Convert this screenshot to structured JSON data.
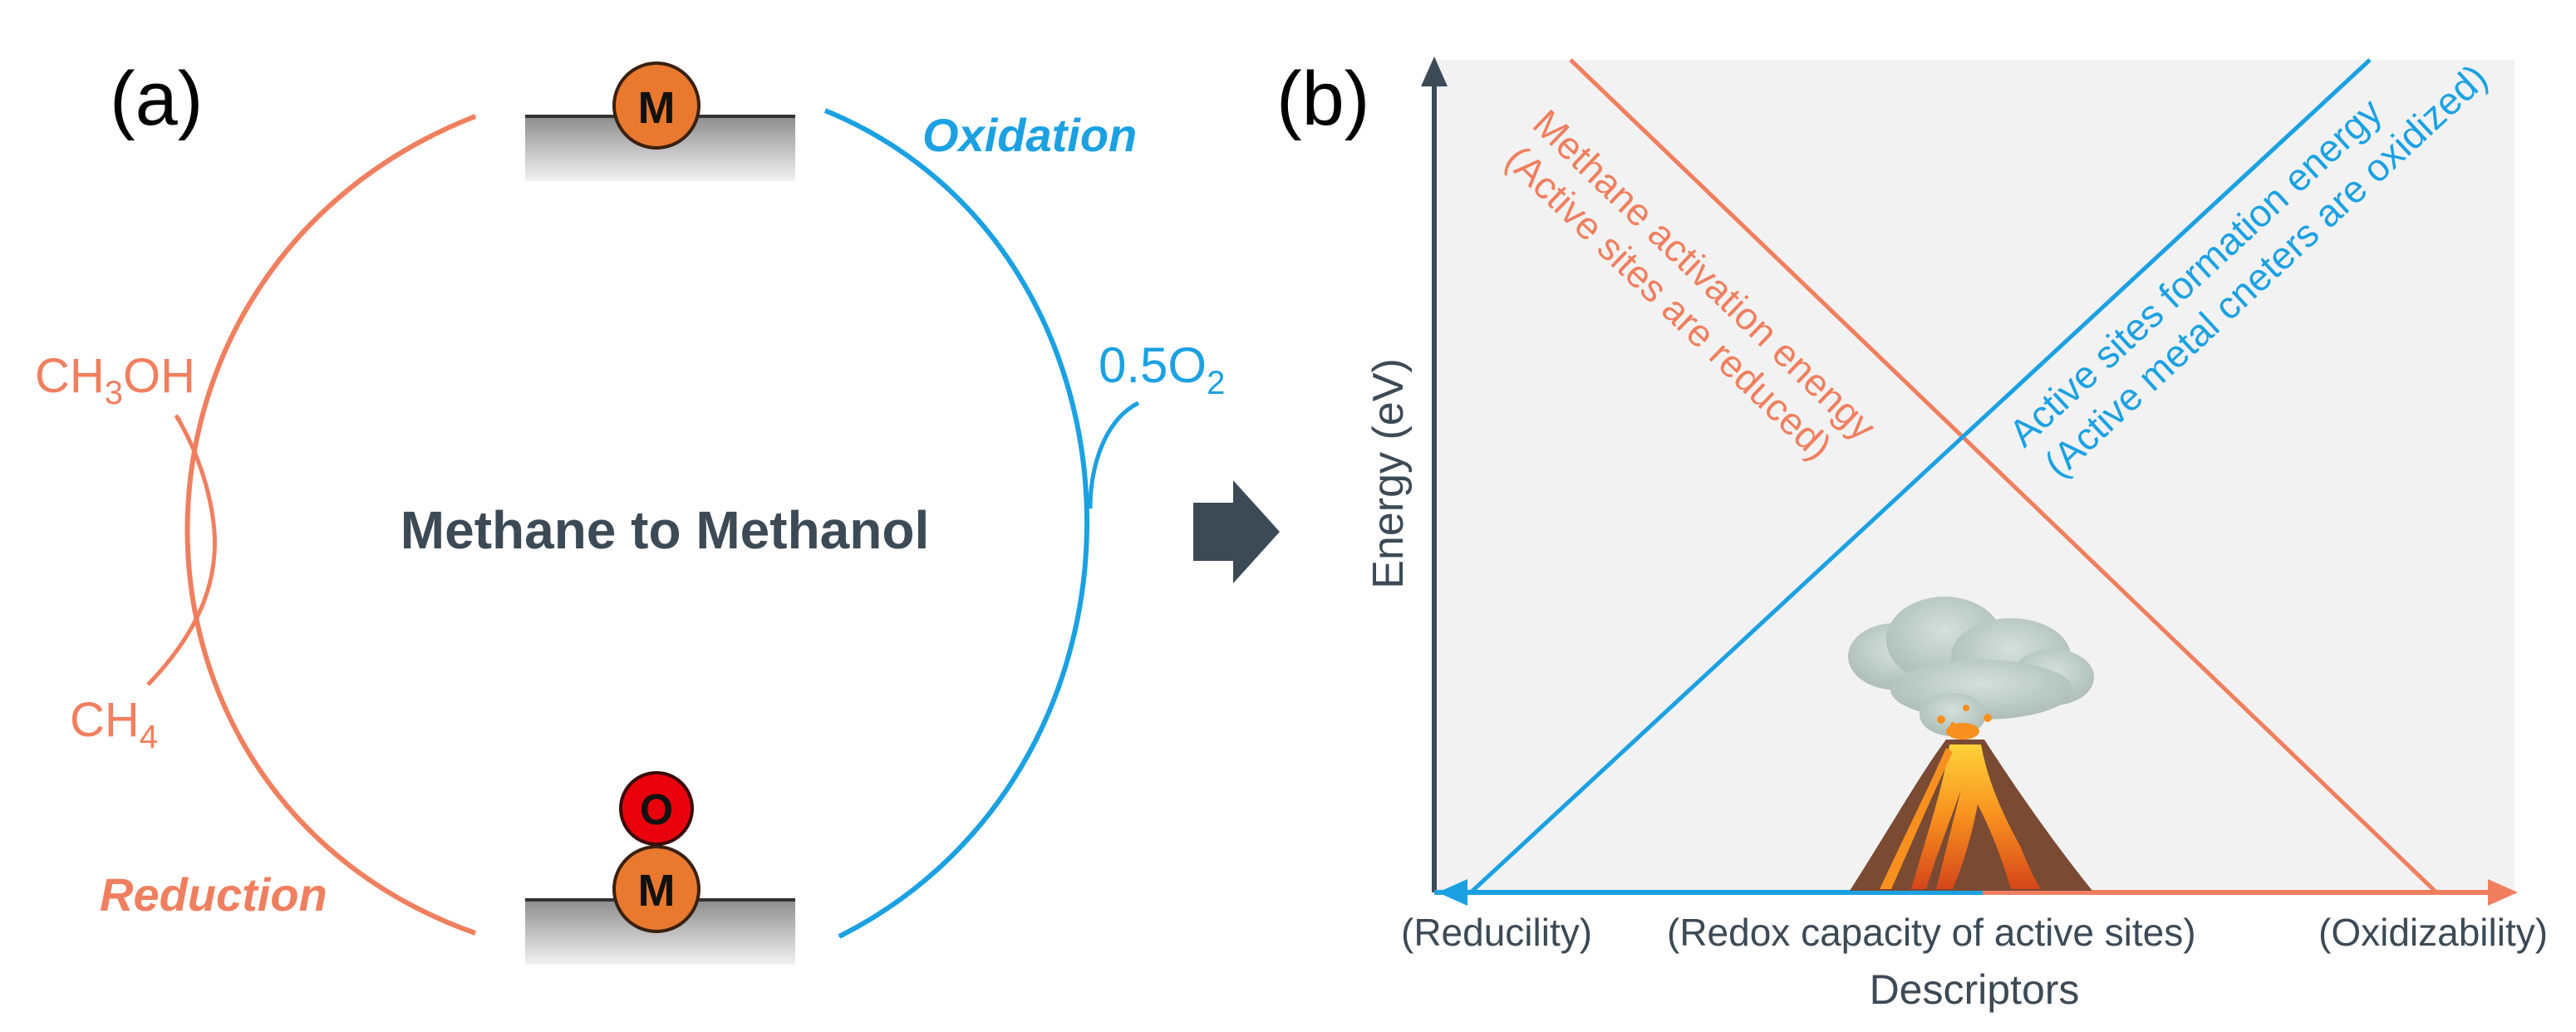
{
  "panel_a": {
    "label": "(a)",
    "center_title": "Methane to Methanol",
    "oxidation_label": "Oxidation",
    "reduction_label": "Reduction",
    "oxygen_reactant": {
      "base": "0.5O",
      "sub": "2"
    },
    "methane": {
      "base": "CH",
      "sub": "4"
    },
    "methanol": {
      "base": "CH",
      "sub": "3",
      "tail": "OH"
    },
    "metal_symbol": "M",
    "oxygen_symbol": "O"
  },
  "panel_b": {
    "label": "(b)",
    "y_axis_label": "Energy (eV)",
    "x_axis_label": "Descriptors",
    "x_left_label": "(Reducility)",
    "x_center_label": "(Redox capacity of active sites)",
    "x_right_label": "(Oxidizability)",
    "orange_line_label_1": "Methane activation enengy",
    "orange_line_label_2": "(Active sites are reduced)",
    "blue_line_label_1": "Active sites formation energy",
    "blue_line_label_2": "(Active metal cneters are oxidized)"
  },
  "colors": {
    "orange": "#F07F5F",
    "blue": "#1BA1E2",
    "dark": "#3C4A56",
    "metal": "#E8792E",
    "oxygen": "#E8000C",
    "plot_bg": "#F2F2F2",
    "surface": "#9A9A9A"
  }
}
